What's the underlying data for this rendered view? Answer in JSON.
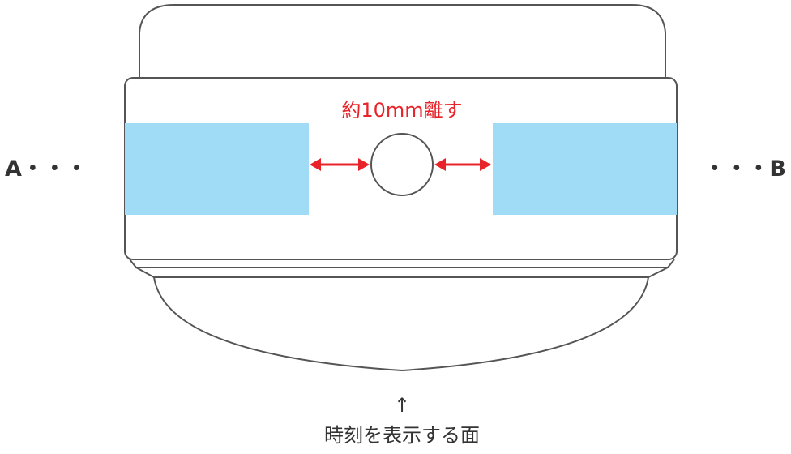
{
  "labels": {
    "left": "A・・・",
    "right": "・・・B",
    "gap": "約10mm離す",
    "bottom_arrow": "↑",
    "bottom_caption": "時刻を表示する面"
  },
  "colors": {
    "outline": "#555555",
    "tape": "#a0dcf5",
    "accent": "#e8232a",
    "text": "#333333"
  },
  "icons": {
    "gap_arrows": "double-arrow-icon",
    "center_hole": "circle-hole"
  }
}
